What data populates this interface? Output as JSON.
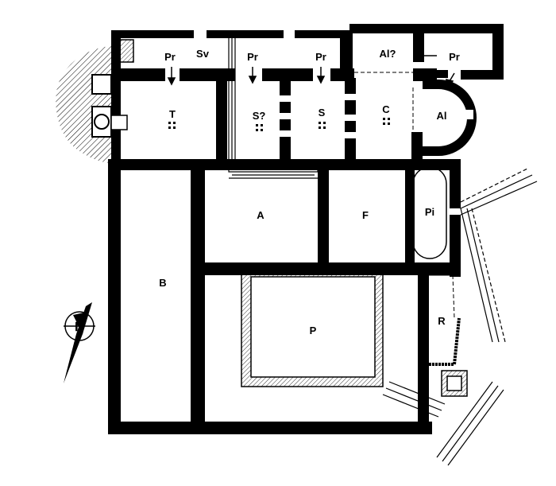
{
  "labels": {
    "pr1": "Pr",
    "sv": "Sv",
    "pr2": "Pr",
    "pr3": "Pr",
    "al_q": "Al?",
    "pr4": "Pr",
    "t": "T",
    "s_q": "S?",
    "s": "S",
    "c": "C",
    "al": "Al",
    "a": "A",
    "f": "F",
    "pi": "Pi",
    "b": "B",
    "p": "P",
    "r": "R"
  },
  "compass": {
    "letter": "N",
    "icon": "north-arrow-icon"
  },
  "colors": {
    "wall": "#000000",
    "background": "#ffffff"
  }
}
